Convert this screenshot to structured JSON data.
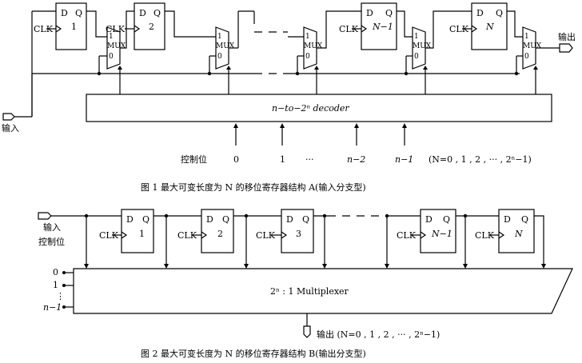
{
  "figure_a": {
    "flipflops": [
      {
        "d": "D",
        "q": "Q",
        "index": "1",
        "clk": "CLK"
      },
      {
        "d": "D",
        "q": "Q",
        "index": "2",
        "clk": "CLK"
      },
      {
        "d": "D",
        "q": "Q",
        "index": "N−1",
        "clk": "CLK"
      },
      {
        "d": "D",
        "q": "Q",
        "index": "N",
        "clk": "CLK"
      }
    ],
    "mux": {
      "one": "1",
      "name": "MUX",
      "zero": "0"
    },
    "output_label": "输出",
    "input_label": "输入",
    "decoder_label": "n−to−2ⁿ   decoder",
    "control_label": "控制位",
    "control_values": [
      "0",
      "1",
      "···",
      "n−2",
      "n−1"
    ],
    "range_note": "(N=0 , 1 , 2 , ··· , 2ⁿ−1)",
    "caption": "图 1  最大可变长度为 N 的移位寄存器结构 A(输入分支型)"
  },
  "figure_b": {
    "input_label": "输入",
    "control_label": "控制位",
    "flipflops": [
      {
        "d": "D",
        "q": "Q",
        "index": "1",
        "clk": "CLK"
      },
      {
        "d": "D",
        "q": "Q",
        "index": "2",
        "clk": "CLK"
      },
      {
        "d": "D",
        "q": "Q",
        "index": "3",
        "clk": "CLK"
      },
      {
        "d": "D",
        "q": "Q",
        "index": "N−1",
        "clk": "CLK"
      },
      {
        "d": "D",
        "q": "Q",
        "index": "N",
        "clk": "CLK"
      }
    ],
    "select_values": [
      "0",
      "1",
      "⋮",
      "n−1"
    ],
    "mux_label": "2ⁿ : 1  Multiplexer",
    "output_note": "输出 (N=0 , 1 , 2 , ··· , 2ⁿ−1)",
    "caption": "图 2   最大可变长度为 N 的移位寄存器结构 B(输出分支型)"
  }
}
